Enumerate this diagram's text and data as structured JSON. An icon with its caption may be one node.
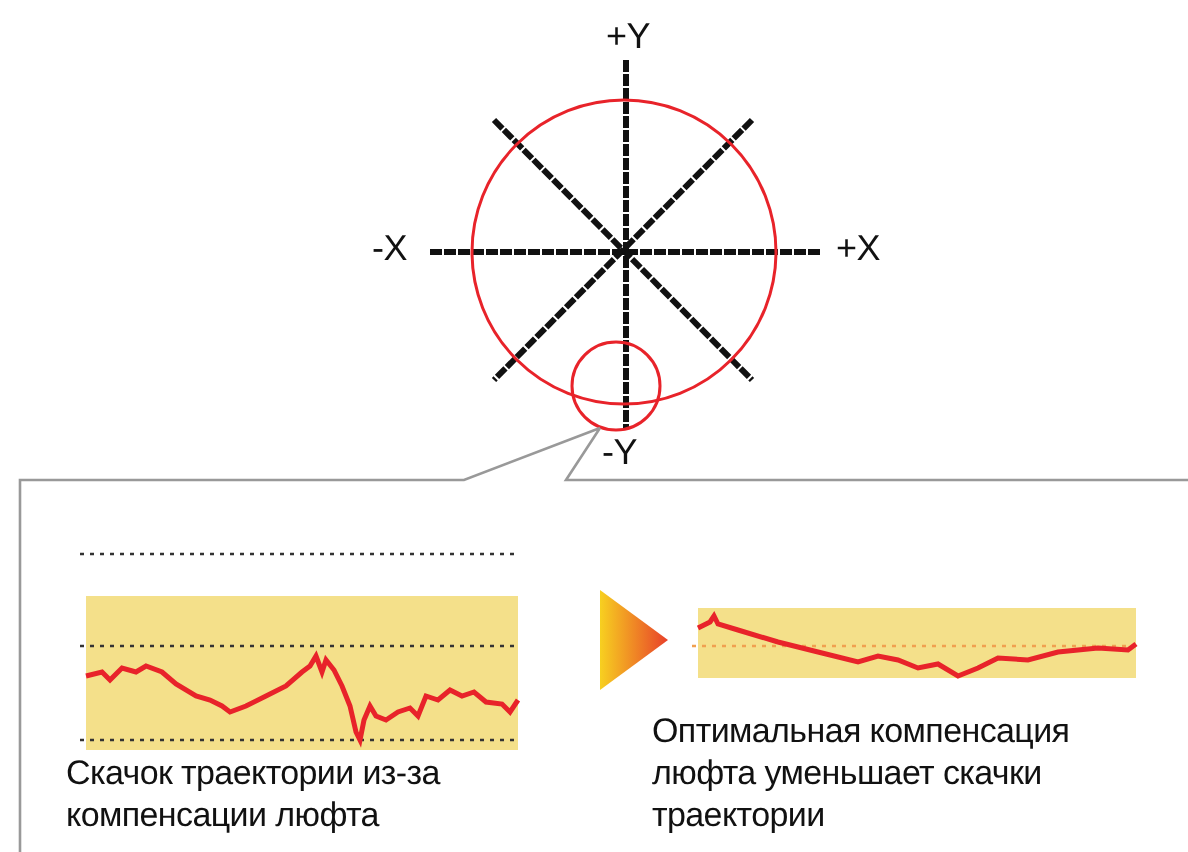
{
  "diagram": {
    "nodes": [
      {
        "text": [
          "Скачок траектории из-за компенсации люфта"
        ]
      },
      {
        "text": [
          "Оптимальная компенсация люфта уменьшает скачки траектории"
        ]
      }
    ],
    "edges": [
      {
        "from": 0,
        "to": 1,
        "arrow": "to"
      }
    ],
    "labels": [
      "+Y",
      "-X",
      "+X",
      "-Y"
    ]
  }
}
